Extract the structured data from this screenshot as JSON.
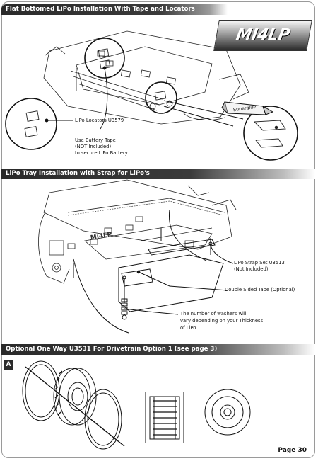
{
  "sections": [
    {
      "title": "Flat Bottomed LiPo Installation With Tape and Locators"
    },
    {
      "title": "LiPo Tray Installation with Strap for LiPo's"
    },
    {
      "title": "Optional One Way U3531 For Drivetrain Option 1 (see page 3)"
    }
  ],
  "logo": {
    "text": "MI4LP"
  },
  "section1": {
    "lipo_locators": "LiPo Locators U3579",
    "battery_tape_line1": "Use Battery Tape",
    "battery_tape_line2": "(NOT Included)",
    "battery_tape_line3": "to secure LiPo Battery",
    "superglue": "Superglue"
  },
  "section2": {
    "strap_set_line1": "LiPo Strap Set U3513",
    "strap_set_line2": "(Not Included)",
    "double_sided_tape": "Double Sided Tape (Optional)",
    "washers_line1": "The number of washers will",
    "washers_line2": "vary depending on your Thickness",
    "washers_line3": "of LiPo.",
    "tray_text": "Mi4LP"
  },
  "section3": {
    "step_label": "A"
  },
  "footer": {
    "page": "Page 30"
  }
}
